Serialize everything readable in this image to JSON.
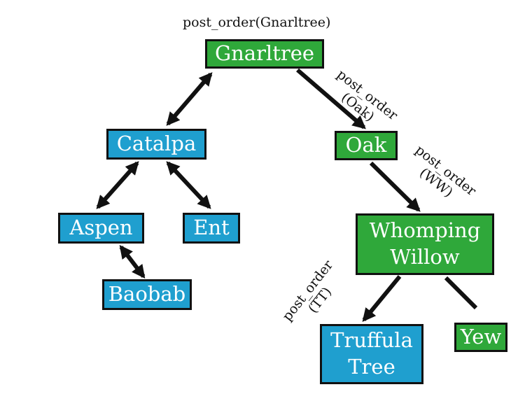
{
  "colors": {
    "visited_node": "#2fa83a",
    "pending_node": "#1f9fcf",
    "edge": "#111111"
  },
  "nodes": {
    "gnarltree": "Gnarltree",
    "catalpa": "Catalpa",
    "oak": "Oak",
    "aspen": "Aspen",
    "ent": "Ent",
    "baobab": "Baobab",
    "whomping_willow": [
      "Whomping",
      "Willow"
    ],
    "truffula_tree": [
      "Truffula",
      "Tree"
    ],
    "yew": "Yew"
  },
  "call_labels": {
    "root": "post_order(Gnarltree)",
    "oak": [
      "post_order",
      "(Oak)"
    ],
    "ww": [
      "post_order",
      "(WW)"
    ],
    "tt": [
      "post_order",
      "(TT)"
    ]
  }
}
